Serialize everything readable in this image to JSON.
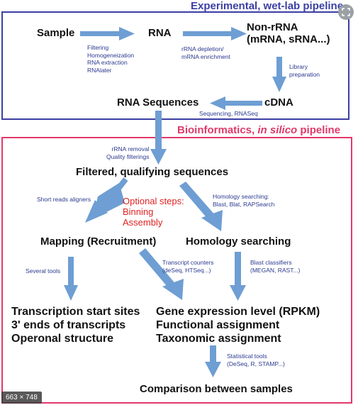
{
  "headers": {
    "wetlab": "Experimental, wet-lab pipeline",
    "bio_prefix": "Bioinformatics, ",
    "bio_italic": "in silico",
    "bio_suffix": " pipeline"
  },
  "nodes": {
    "sample": "Sample",
    "rna": "RNA",
    "nonrrna_1": "Non-rRNA",
    "nonrrna_2": "(mRNA, sRNA...)",
    "rna_sequences": "RNA Sequences",
    "cdna": "cDNA",
    "filtered": "Filtered, qualifying sequences",
    "mapping": "Mapping (Recruitment)",
    "homology": "Homology searching",
    "tss_1": "Transcription start sites",
    "tss_2": "3' ends of transcripts",
    "tss_3": "Operonal structure",
    "gene_1": "Gene expression level (RPKM)",
    "gene_2": "Functional assignment",
    "gene_3": "Taxonomic assignment",
    "comparison": "Comparison between samples"
  },
  "labels": {
    "sample_rna": [
      "Filtering",
      "Homogeneization",
      "RNA extraction",
      "RNAlater"
    ],
    "rna_nonrrna": [
      "rRNA depletion/",
      "mRNA enrichment"
    ],
    "library": [
      "Library",
      "preparation"
    ],
    "sequencing": [
      "Sequencing, RNASeq"
    ],
    "rrna_removal": [
      "rRNA removal",
      "Quality filterings"
    ],
    "short_reads": [
      "Short reads aligners"
    ],
    "homology_tools": [
      "Homology searching:",
      "Blast, Blat, RAPSearch"
    ],
    "several_tools": [
      "Several tools"
    ],
    "transcript_counters": [
      "Transcript counters",
      "(deSeq, HTSeq...)"
    ],
    "blast_classifiers": [
      "Blast classifiers",
      "(MEGAN, RAST...)"
    ],
    "statistical_tools": [
      "Statistical tools",
      "(DeSeq, R, STAMP...)"
    ]
  },
  "optional": [
    "Optional steps:",
    "Binning",
    "Assembly"
  ],
  "ui": {
    "expand_icon": "expand-icon",
    "size_badge": "663 × 748"
  },
  "colors": {
    "arrow": "#6e9ed3",
    "wetlab_frame": "#3b3fa3",
    "bio_frame": "#e0396a",
    "label_text": "#2b3a8f",
    "optional_text": "#e02222"
  }
}
